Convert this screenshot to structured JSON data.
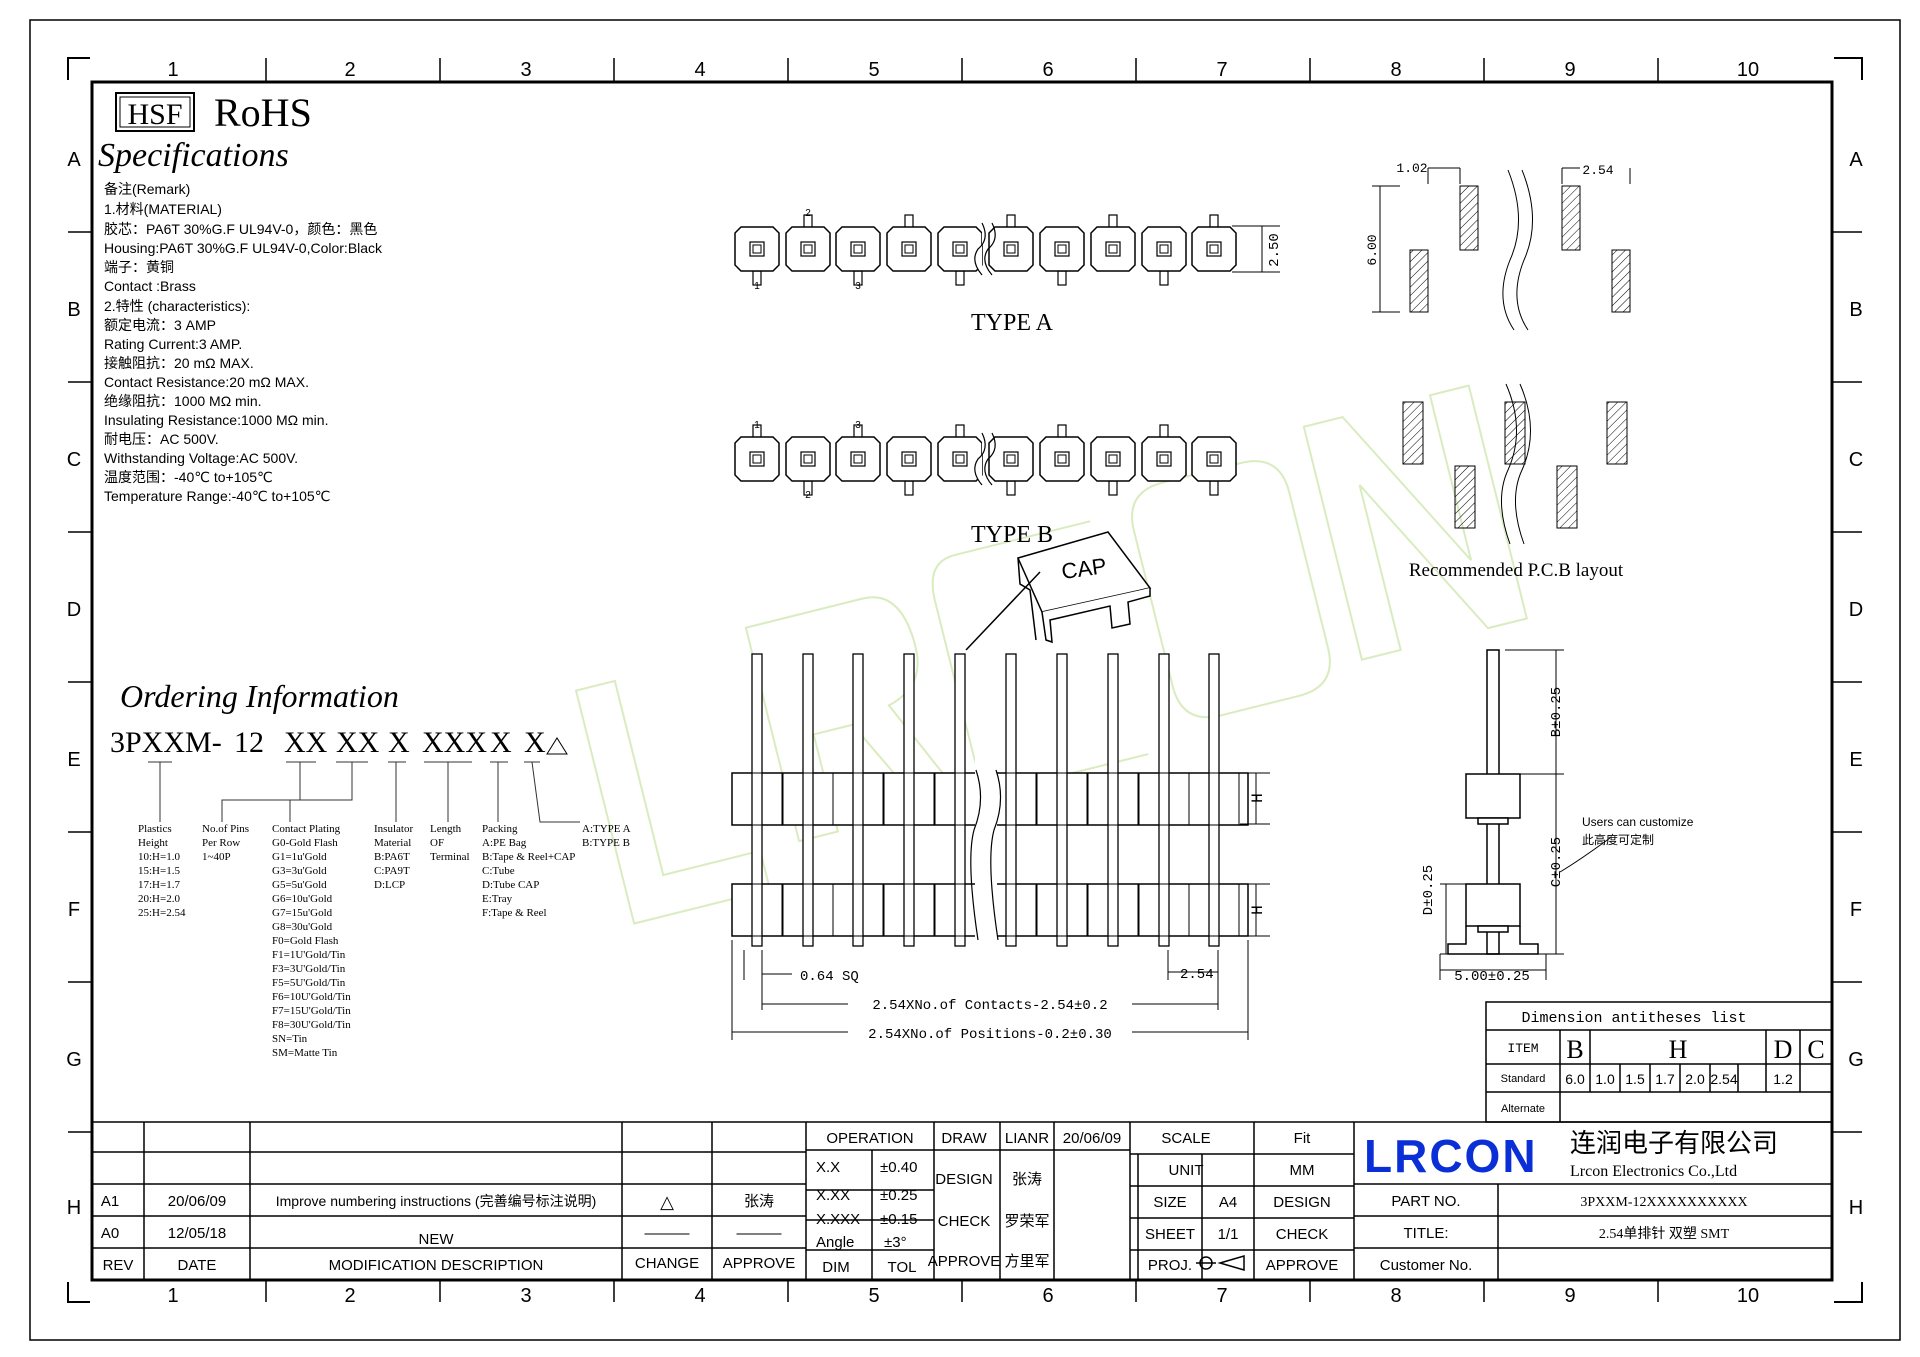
{
  "frame": {
    "cols": [
      "1",
      "2",
      "3",
      "4",
      "5",
      "6",
      "7",
      "8",
      "9",
      "10"
    ],
    "rows": [
      "A",
      "B",
      "C",
      "D",
      "E",
      "F",
      "G",
      "H"
    ]
  },
  "header": {
    "hsf": "HSF",
    "rohs": "RoHS",
    "specifications": "Specifications"
  },
  "remarks": [
    "备注(Remark)",
    "1.材料(MATERIAL)",
    "胶芯：PA6T 30%G.F UL94V-0，颜色：黑色",
    "Housing:PA6T 30%G.F UL94V-0,Color:Black",
    "端子：黄铜",
    "Contact :Brass",
    "2.特性 (characteristics):",
    "额定电流：3 AMP",
    "Rating Current:3 AMP.",
    "接触阻抗：20 mΩ MAX.",
    "Contact Resistance:20 mΩ MAX.",
    "绝缘阻抗：1000 MΩ min.",
    "Insulating Resistance:1000 MΩ  min.",
    "耐电压：AC 500V.",
    "Withstanding Voltage:AC 500V.",
    "温度范围：-40℃ to+105℃",
    "Temperature Range:-40℃ to+105℃"
  ],
  "ordering": {
    "title": "Ordering Information",
    "code": [
      "3PXXM-",
      "12",
      "XX",
      "XX",
      "X",
      "XXX",
      "X",
      "X"
    ],
    "groups": [
      [
        "Plastics",
        "Height",
        "10:H=1.0",
        "15:H=1.5",
        "17:H=1.7",
        "20:H=2.0",
        "25:H=2.54"
      ],
      [
        "No.of Pins",
        "Per Row",
        "1~40P"
      ],
      [
        "Contact Plating",
        "G0-Gold Flash",
        "G1=1u'Gold",
        "G3=3u'Gold",
        "G5=5u'Gold",
        "G6=10u'Gold",
        "G7=15u'Gold",
        "G8=30u'Gold",
        "F0=Gold Flash",
        "F1=1U'Gold/Tin",
        "F3=3U'Gold/Tin",
        "F5=5U'Gold/Tin",
        "F6=10U'Gold/Tin",
        "F7=15U'Gold/Tin",
        "F8=30U'Gold/Tin",
        "SN=Tin",
        "SM=Matte Tin"
      ],
      [
        "Insulator",
        "Material",
        "B:PA6T",
        "C:PA9T",
        "D:LCP"
      ],
      [
        "Length",
        "OF",
        "Terminal"
      ],
      [
        "Packing",
        "A:PE Bag",
        "B:Tape & Reel+CAP",
        "C:Tube",
        "D:Tube CAP",
        "E:Tray",
        "F:Tape & Reel"
      ],
      [
        "A:TYPE A",
        "B:TYPE B"
      ]
    ]
  },
  "drawing": {
    "type_a": "TYPE A",
    "type_b": "TYPE B",
    "cap": "CAP",
    "pin_labels_a": [
      "2",
      "1",
      "3"
    ],
    "pin_labels_b": [
      "1",
      "3",
      "2"
    ],
    "dim_250": "2.50",
    "dim_102": "1.02",
    "dim_254_top": "2.54",
    "dim_600": "6.00",
    "pcb_label": "Recommended P.C.B layout",
    "dim_064": "0.64 SQ",
    "dim_254_bot": "2.54",
    "dim_contacts": "2.54XNo.of Contacts-2.54±0.2",
    "dim_positions": "2.54XNo.of Positions-0.2±0.30",
    "dim_h": "H",
    "dim_b": "B±0.25",
    "dim_c": "C±0.25",
    "dim_d": "D±0.25",
    "dim_500": "5.00±0.25",
    "custom_en": "Users can customize",
    "custom_cn": "此高度可定制"
  },
  "dim_table": {
    "title": "Dimension antitheses list",
    "item": "ITEM",
    "b": "B",
    "h": "H",
    "d": "D",
    "c": "C",
    "standard": "Standard",
    "values": [
      "6.0",
      "1.0",
      "1.5",
      "1.7",
      "2.0",
      "2.54",
      "1.2"
    ],
    "alternate": "Alternate"
  },
  "title_block": {
    "rev_rows": [
      {
        "rev": "A1",
        "date": "20/06/09",
        "desc": "Improve numbering instructions (完善编号标注说明)",
        "change": "△",
        "approve": "张涛"
      },
      {
        "rev": "A0",
        "date": "12/05/18",
        "desc": "NEW",
        "change": "———",
        "approve": "———"
      }
    ],
    "rev_hdr": "REV",
    "date_hdr": "DATE",
    "mod_hdr": "MODIFICATION DESCRIPTION",
    "change_hdr": "CHANGE",
    "approve_hdr": "APPROVE",
    "operation": "OPERATION",
    "tol_rows": [
      [
        "X.X",
        "±0.40"
      ],
      [
        "X.XX",
        "±0.25"
      ],
      [
        "X.XXX",
        "±0.15"
      ],
      [
        "Angle",
        "±3°"
      ]
    ],
    "dim_hdr": "DIM",
    "tol_hdr": "TOL",
    "draw": "DRAW",
    "draw_name": "LIANR",
    "draw_date": "20/06/09",
    "design": "DESIGN",
    "design_name": "张涛",
    "check": "CHECK",
    "check_name": "罗荣军",
    "approve": "APPROVE",
    "approve_name": "方里军",
    "scale": "SCALE",
    "scale_val": "Fit",
    "unit": "UNIT",
    "unit_val": "MM",
    "size": "SIZE",
    "size_val": "A4",
    "sheet": "SHEET",
    "sheet_val": "1/1",
    "proj": "PROJ.",
    "design2": "DESIGN",
    "check2": "CHECK",
    "approve2": "APPROVE",
    "logo": "LRCON",
    "company_cn": "连润电子有限公司",
    "company_en": "Lrcon Electronics Co.,Ltd",
    "part_no": "PART NO.",
    "part_val": "3PXXM-12XXXXXXXXXX",
    "title_lbl": "TITLE:",
    "title_val": "2.54单排针 双塑 SMT",
    "customer": "Customer No.",
    "customer_val": ""
  }
}
